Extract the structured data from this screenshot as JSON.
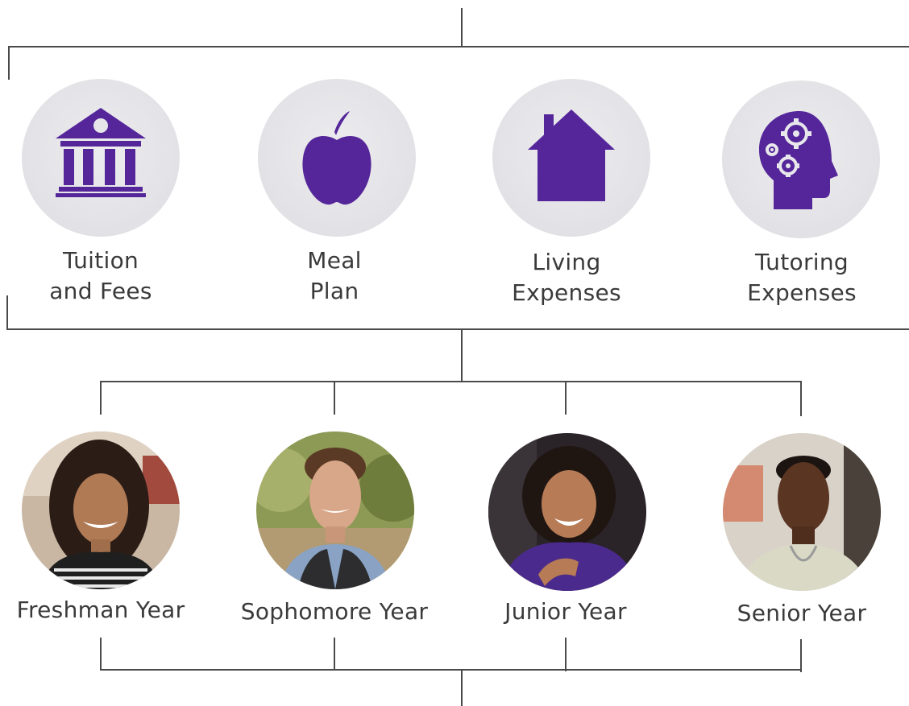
{
  "colors": {
    "accent": "#55269a",
    "circle": "#e4e4e8",
    "line": "#4a4a4a",
    "text": "#3a3a3a"
  },
  "expenses": [
    {
      "icon": "bank-building-icon",
      "line1": "Tuition",
      "line2": "and Fees"
    },
    {
      "icon": "apple-icon",
      "line1": "Meal",
      "line2": "Plan"
    },
    {
      "icon": "house-icon",
      "line1": "Living",
      "line2": "Expenses"
    },
    {
      "icon": "head-gears-icon",
      "line1": "Tutoring",
      "line2": "Expenses"
    }
  ],
  "years": [
    {
      "label": "Freshman Year",
      "photo": "freshman-student-photo"
    },
    {
      "label": "Sophomore Year",
      "photo": "sophomore-student-photo"
    },
    {
      "label": "Junior Year",
      "photo": "junior-student-photo"
    },
    {
      "label": "Senior Year",
      "photo": "senior-student-photo"
    }
  ]
}
